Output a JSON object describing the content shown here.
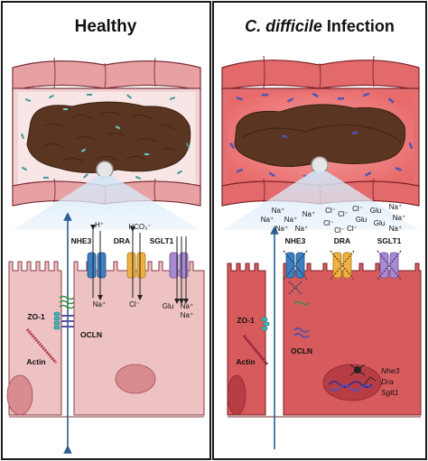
{
  "panels": {
    "healthy": {
      "title": "Healthy",
      "transporters": {
        "nhe3": {
          "name": "NHE3",
          "ion_in": "H⁺",
          "ion_out": "Na⁺"
        },
        "dra": {
          "name": "DRA",
          "ion_in": "HCO₃⁻",
          "ion_out": "Cl⁻"
        },
        "sglt1": {
          "name": "SGLT1",
          "ion_out_1": "Glu",
          "ion_out_2": "Na⁺",
          "ion_out_3": "Na⁺"
        }
      },
      "junction": {
        "zo1": "ZO-1",
        "ocln": "OCLN",
        "actin": "Actin"
      }
    },
    "infection": {
      "title_italic": "C. difficile",
      "title_rest": " Infection",
      "transporters": {
        "nhe3": "NHE3",
        "dra": "DRA",
        "sglt1": "SGLT1"
      },
      "lumen_ions": {
        "na": "Na⁺",
        "cl": "Cl⁻",
        "glu": "Glu"
      },
      "junction": {
        "zo1": "ZO-1",
        "ocln": "OCLN",
        "actin": "Actin"
      },
      "genes": [
        "Nhe3",
        "Dra",
        "Sglt1"
      ]
    }
  },
  "colors": {
    "panel_border": "#1a1a1a",
    "healthy_tissue": "#e8a4a6",
    "infected_tissue": "#d75a5c",
    "stool": "#5a3522",
    "nhe3": "#3d7fc1",
    "dra": "#f0b23f",
    "sglt1": "#a88ad1",
    "arrow_blue": "#2a5f8f"
  }
}
